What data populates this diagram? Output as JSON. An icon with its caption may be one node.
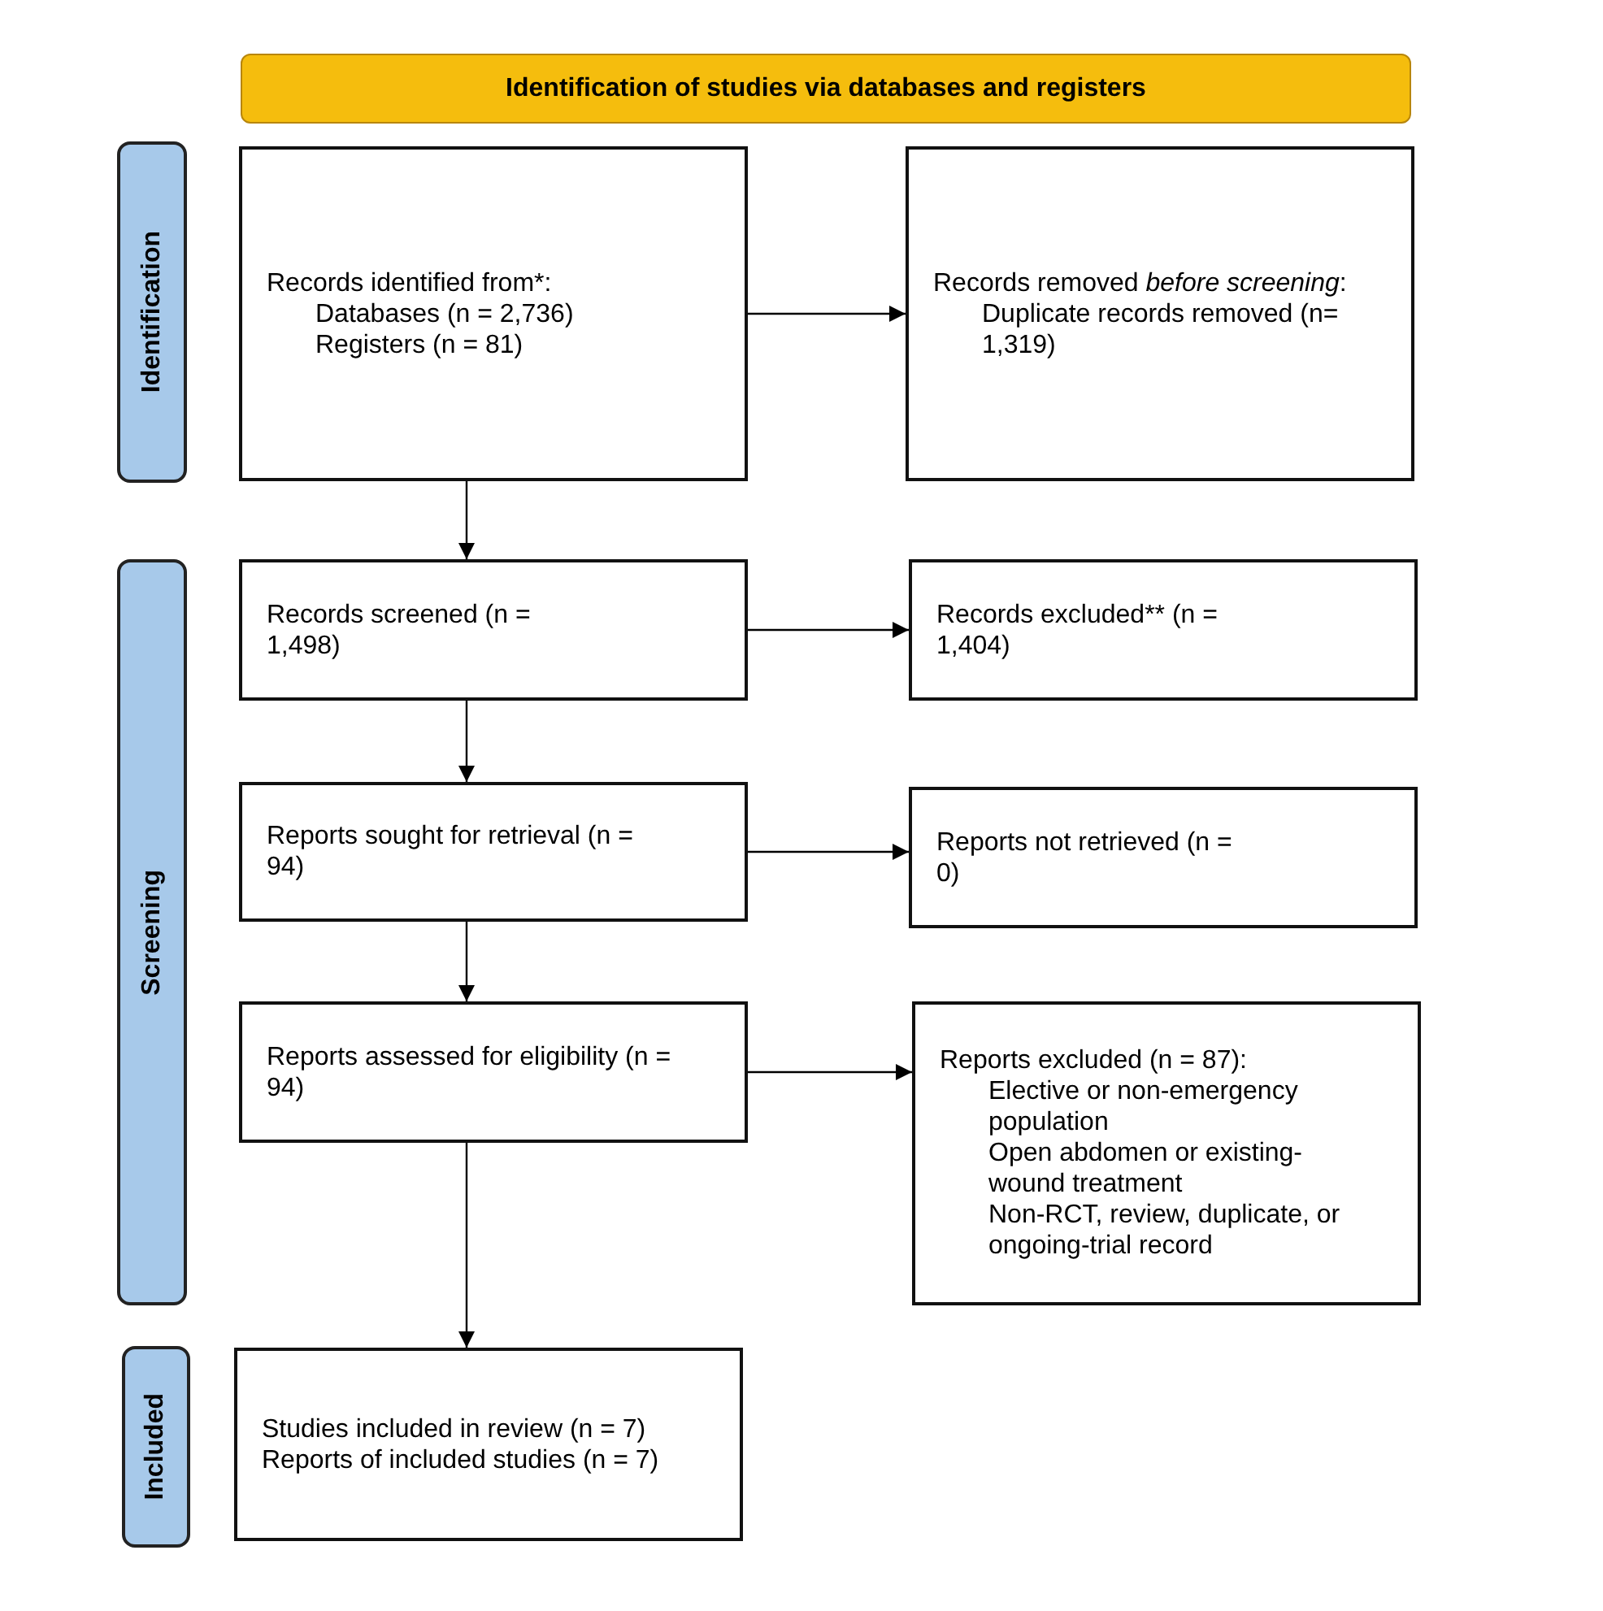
{
  "diagram": {
    "nodes": [
      {
        "text": [
          "Identification of studies via databases and registers"
        ]
      },
      {
        "text": [
          "Identification"
        ]
      },
      {
        "text": [
          "Records identified from*:",
          "Databases (n = 2,736)",
          "Registers (n = 81)"
        ]
      },
      {
        "text": [
          "Records removed *before screening*:",
          "Duplicate records removed (n= 1,319)"
        ]
      },
      {
        "text": [
          "Screening"
        ]
      },
      {
        "text": [
          "Records screened (n = 1,498)"
        ]
      },
      {
        "text": [
          "Records excluded** (n = 1,404)"
        ]
      },
      {
        "text": [
          "Reports sought for retrieval (n = 94)"
        ]
      },
      {
        "text": [
          "Reports not retrieved (n = 0)"
        ]
      },
      {
        "text": [
          "Reports assessed for eligibility (n = 94)"
        ]
      },
      {
        "text": [
          "Reports excluded (n = 87):",
          "Elective or non-emergency population",
          "Open abdomen or existing-wound treatment",
          "Non-RCT, review, duplicate, or ongoing-trial record"
        ]
      },
      {
        "text": [
          "Included"
        ]
      },
      {
        "text": [
          "Studies included in review (n = 7)",
          "Reports of included studies (n = 7)"
        ]
      }
    ],
    "edges": [
      {
        "from": 2,
        "to": 3,
        "arrow": "to"
      },
      {
        "from": 2,
        "to": 5,
        "arrow": "to"
      },
      {
        "from": 5,
        "to": 6,
        "arrow": "to"
      },
      {
        "from": 5,
        "to": 7,
        "arrow": "to"
      },
      {
        "from": 7,
        "to": 8,
        "arrow": "to"
      },
      {
        "from": 7,
        "to": 9,
        "arrow": "to"
      },
      {
        "from": 9,
        "to": 10,
        "arrow": "to"
      },
      {
        "from": 9,
        "to": 12,
        "arrow": "to"
      }
    ]
  }
}
